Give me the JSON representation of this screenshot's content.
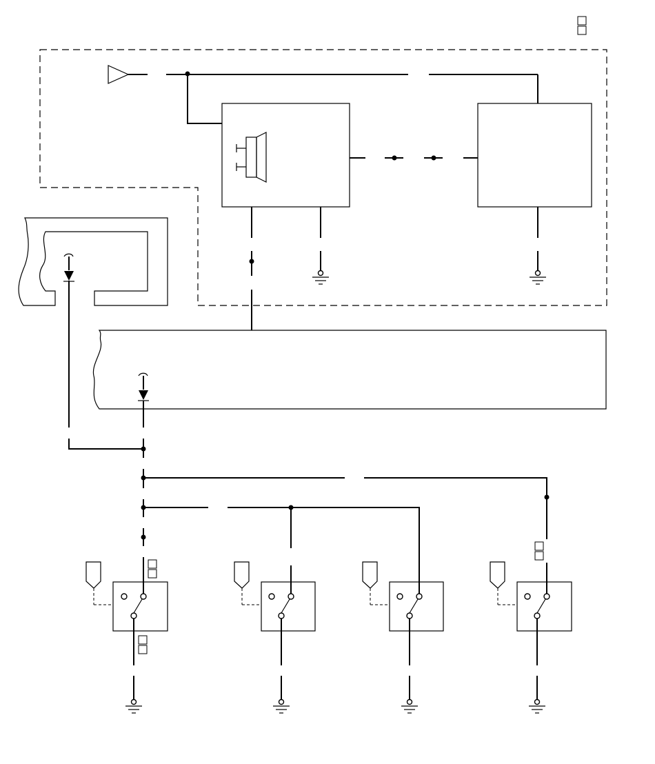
{
  "diagram": {
    "kind": "wiring-schematic",
    "line_color": "#000000",
    "background": "#ffffff",
    "switch_count": 4,
    "ground_symbols": 6,
    "note": ""
  }
}
